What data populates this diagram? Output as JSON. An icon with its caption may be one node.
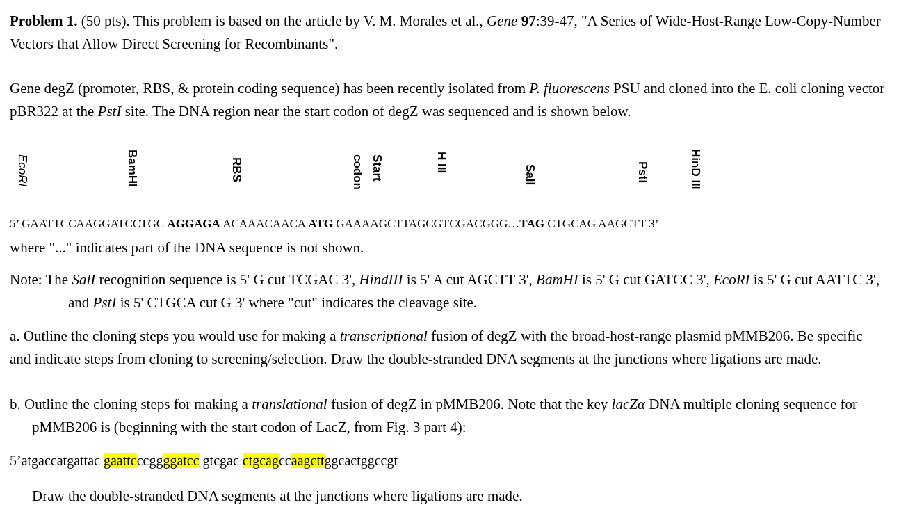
{
  "diagram": {
    "nodes": [
      {
        "text": [
          "gaattc"
        ]
      },
      {
        "text": [
          "ggatcc"
        ]
      },
      {
        "text": [
          "ctgcag"
        ]
      },
      {
        "text": [
          "aagctt"
        ]
      }
    ],
    "labels": [
      "**Problem 1.** (50 pts).  This problem is based on the article by V. M. Morales et al., *Gene* **97**:39-47, \"A Series of Wide-Host-Range Low-Copy-Number Vectors that Allow Direct Screening for Recombinants\".",
      "Gene degZ (promoter, RBS, & protein coding sequence) has been recently isolated from *P. fluorescens* PSU and cloned into the E. coli cloning vector pBR322 at the *PstI* site.  The DNA region near the start codon of degZ was sequenced and is shown below.",
      "EcoRI",
      "BamHI",
      "RBS",
      "Start codon",
      "H III",
      "SalI",
      "PstI",
      "HinD III",
      "5’ GAATTCCAAGGATCCTGC  **AGGAGA**  ACAAACAACA  **ATG**  GAAAAGCTTAGCGTCGACGGG…**TAG** CTGCAG AAGCTT 3’",
      "where \"...\" indicates part of the DNA sequence is not shown.",
      "Note: The *SalI* recognition sequence is 5' G cut TCGAC 3', *HindIII* is 5' A cut AGCTT 3', *BamHI* is 5' G cut GATCC 3', *EcoRI* is 5' G cut AATTC 3', and *PstI* is 5' CTGCA cut G 3' where \"cut\" indicates the cleavage site.",
      "a. Outline the cloning steps you would use for making a *transcriptional* fusion of degZ with the broad-host-range plasmid pMMB206.  Be specific and indicate steps from cloning to screening/selection.  Draw the double-stranded DNA segments at the junctions where ligations are made.",
      "b.   Outline the cloning steps for making a *translational* fusion of degZ in pMMB206.  Note that the key *lacZα* DNA multiple cloning sequence for pMMB206 is (beginning with the start codon of LacZ, from Fig. 3 part 4):",
      "5’atgaccatgattac ",
      "ccgg",
      " gtcgac ",
      "cc",
      "ggcactggccgt",
      "Draw the double-stranded DNA segments at the junctions where ligations are made."
    ]
  }
}
